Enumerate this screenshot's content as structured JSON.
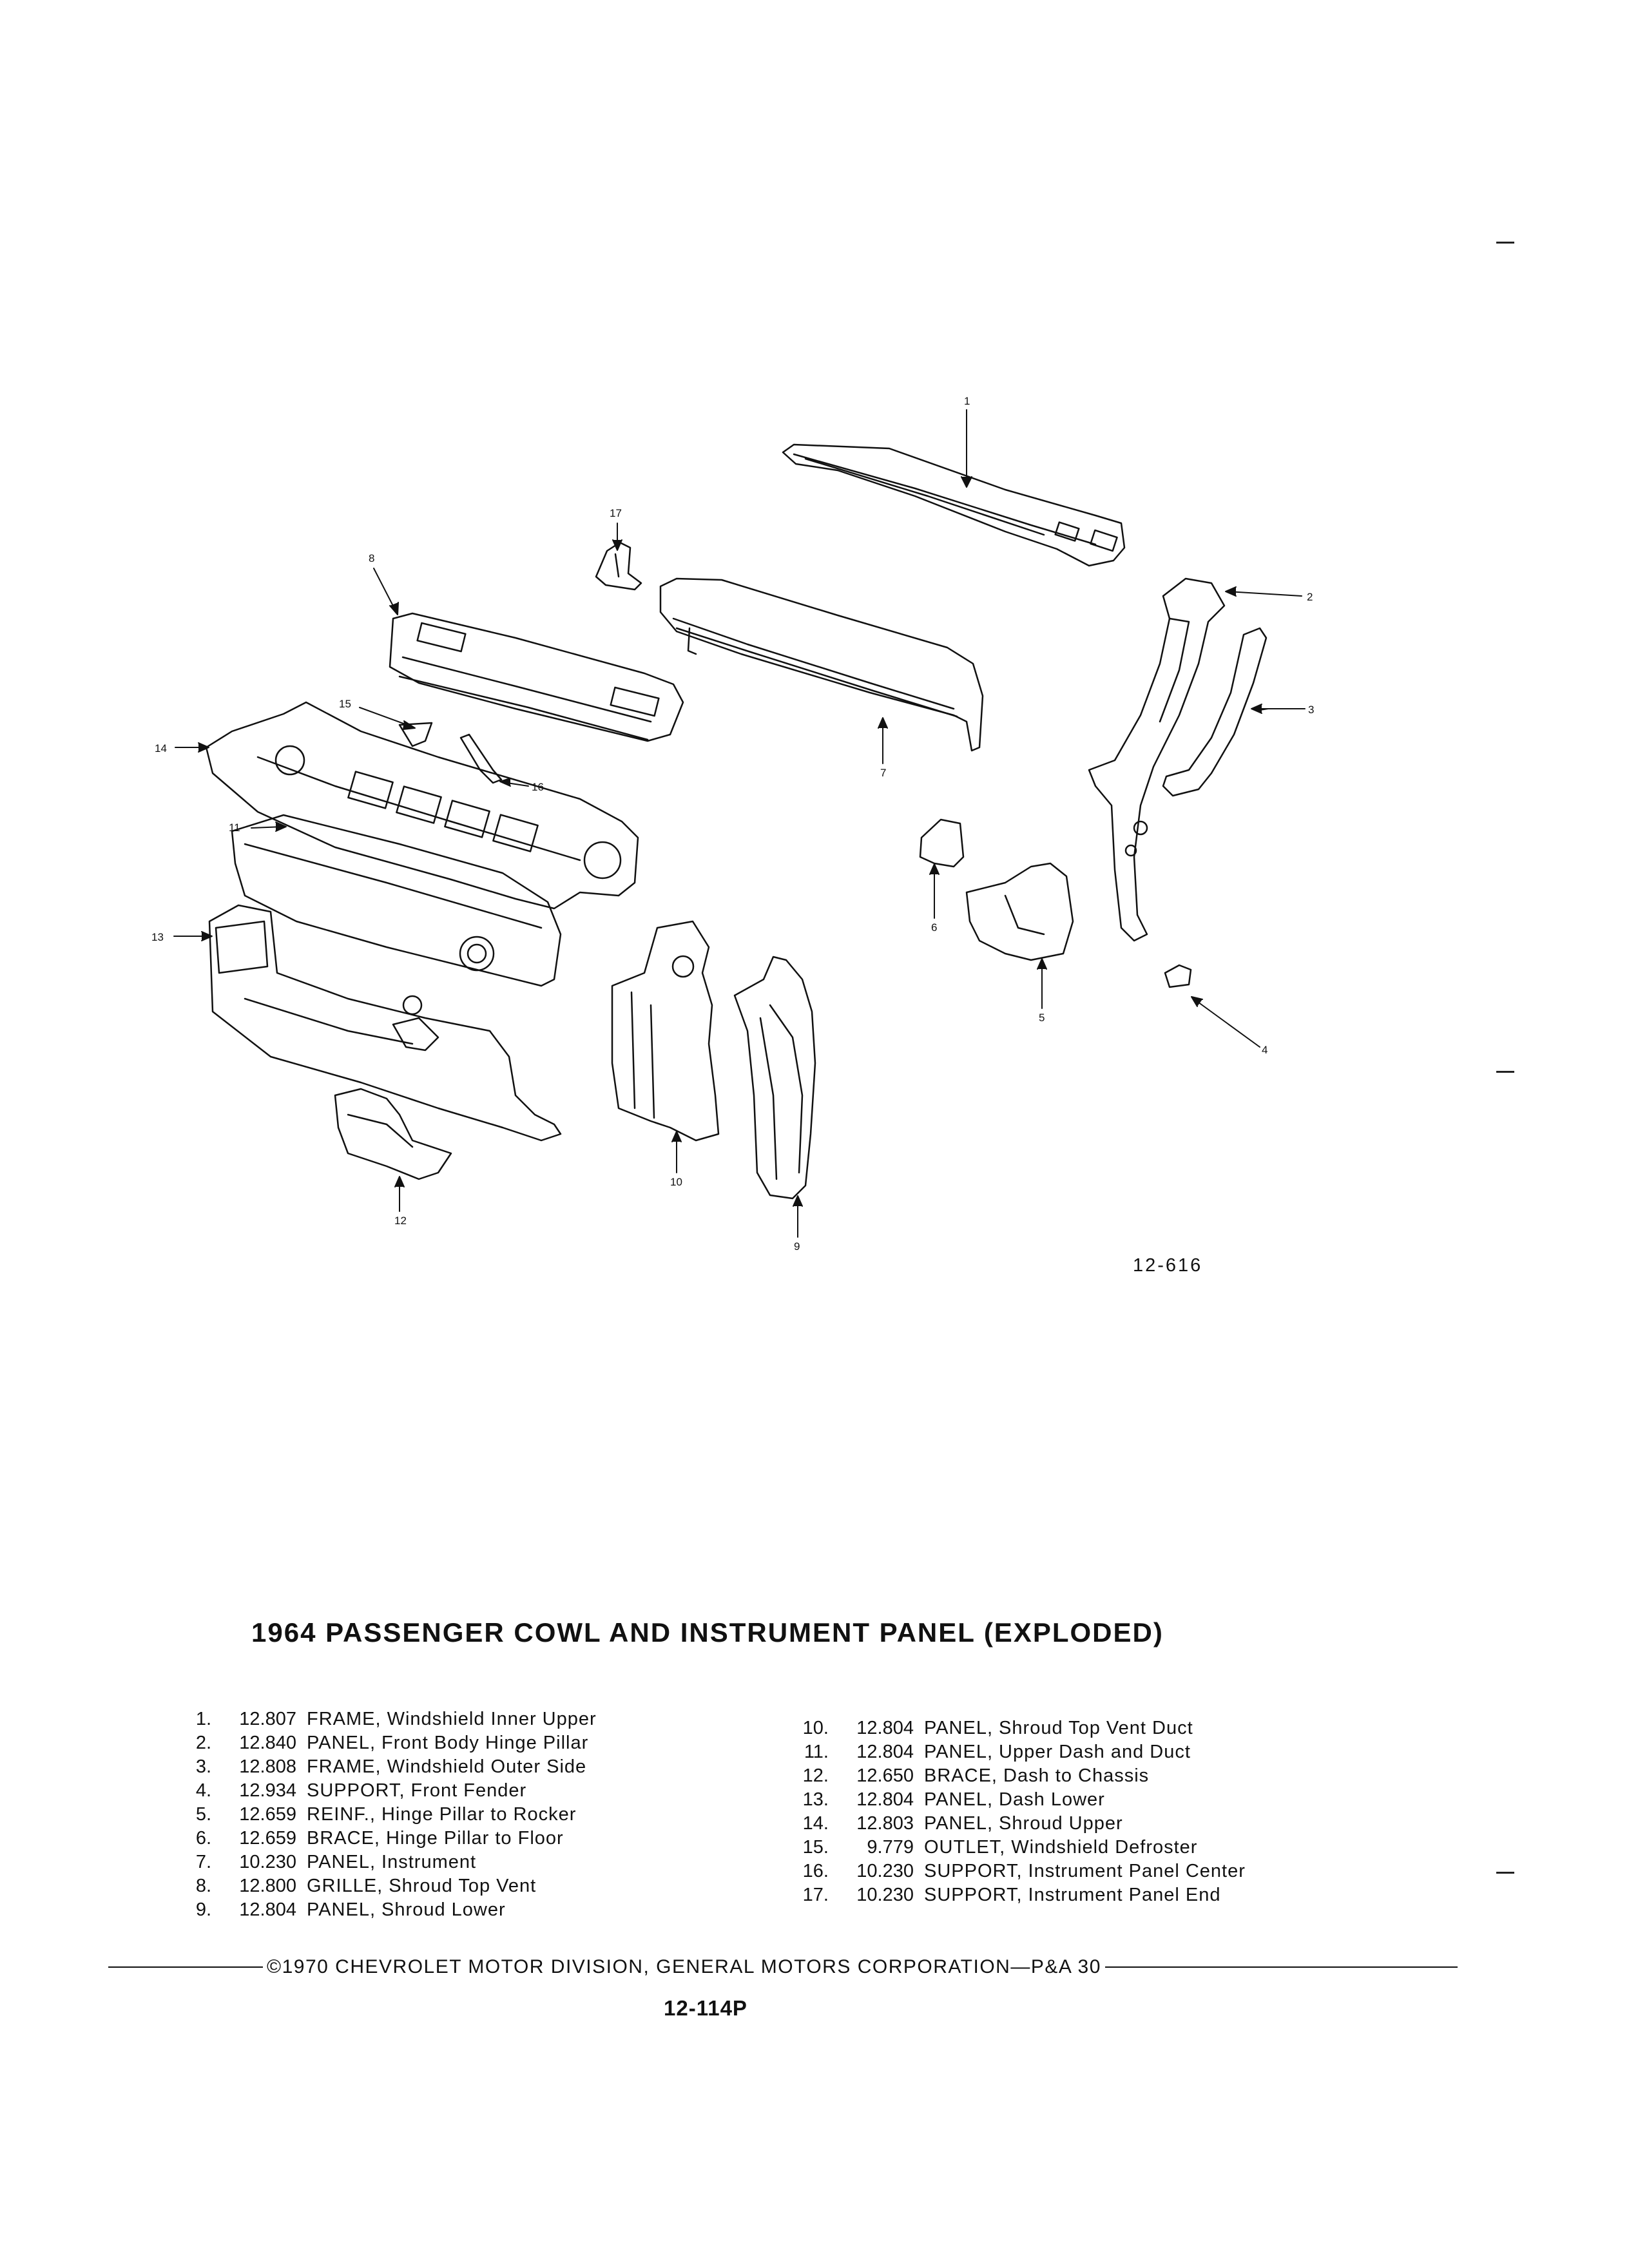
{
  "callouts": [
    "1",
    "2",
    "3",
    "4",
    "5",
    "6",
    "7",
    "8",
    "9",
    "10",
    "11",
    "12",
    "13",
    "14",
    "15",
    "16",
    "17"
  ],
  "figure_number": "12-616",
  "title": "1964 PASSENGER COWL AND INSTRUMENT PANEL (EXPLODED)",
  "parts_left": [
    {
      "num": "1.",
      "code": "12.807",
      "name": "FRAME, Windshield Inner Upper"
    },
    {
      "num": "2.",
      "code": "12.840",
      "name": "PANEL, Front Body Hinge Pillar"
    },
    {
      "num": "3.",
      "code": "12.808",
      "name": "FRAME, Windshield Outer Side"
    },
    {
      "num": "4.",
      "code": "12.934",
      "name": "SUPPORT, Front Fender"
    },
    {
      "num": "5.",
      "code": "12.659",
      "name": "REINF., Hinge Pillar to Rocker"
    },
    {
      "num": "6.",
      "code": "12.659",
      "name": "BRACE, Hinge Pillar to Floor"
    },
    {
      "num": "7.",
      "code": "10.230",
      "name": "PANEL, Instrument"
    },
    {
      "num": "8.",
      "code": "12.800",
      "name": "GRILLE, Shroud Top Vent"
    },
    {
      "num": "9.",
      "code": "12.804",
      "name": "PANEL, Shroud Lower"
    }
  ],
  "parts_right": [
    {
      "num": "10.",
      "code": "12.804",
      "name": "PANEL, Shroud Top Vent Duct"
    },
    {
      "num": "11.",
      "code": "12.804",
      "name": "PANEL, Upper Dash and Duct"
    },
    {
      "num": "12.",
      "code": "12.650",
      "name": "BRACE, Dash to Chassis"
    },
    {
      "num": "13.",
      "code": "12.804",
      "name": "PANEL, Dash Lower"
    },
    {
      "num": "14.",
      "code": "12.803",
      "name": "PANEL, Shroud Upper"
    },
    {
      "num": "15.",
      "code": "9.779",
      "name": "OUTLET, Windshield Defroster"
    },
    {
      "num": "16.",
      "code": "10.230",
      "name": "SUPPORT, Instrument Panel Center"
    },
    {
      "num": "17.",
      "code": "10.230",
      "name": "SUPPORT, Instrument Panel End"
    }
  ],
  "footer": "©1970 CHEVROLET MOTOR DIVISION, GENERAL MOTORS CORPORATION—P&A 30",
  "page_number": "12-114P",
  "colors": {
    "ink": "#111111",
    "paper": "#ffffff"
  }
}
